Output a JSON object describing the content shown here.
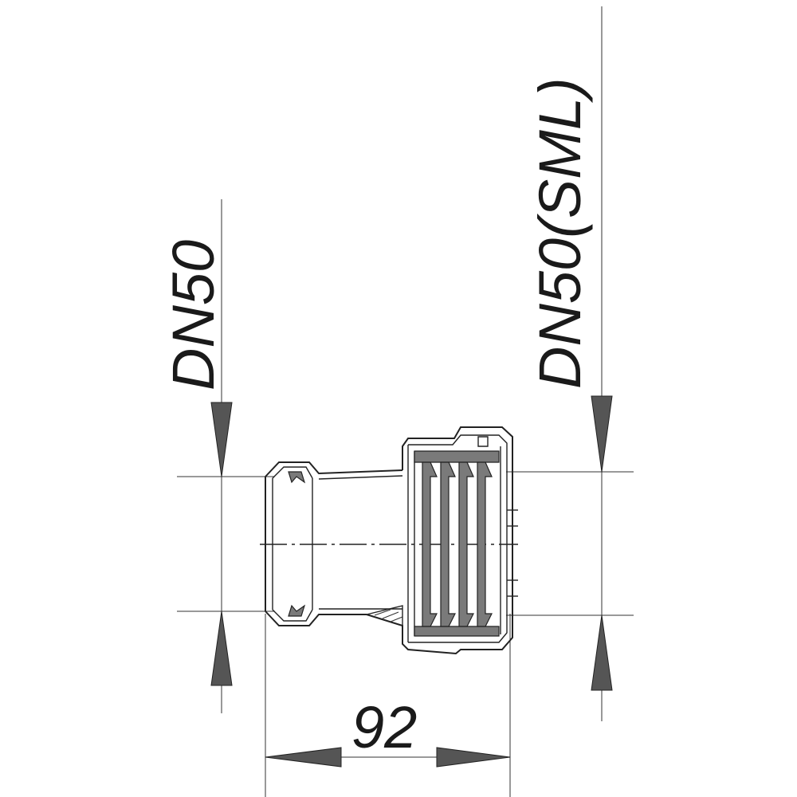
{
  "drawing": {
    "left_dim_label": "DN50",
    "right_dim_label": "DN50(SML)",
    "length_dim_label": "92"
  }
}
